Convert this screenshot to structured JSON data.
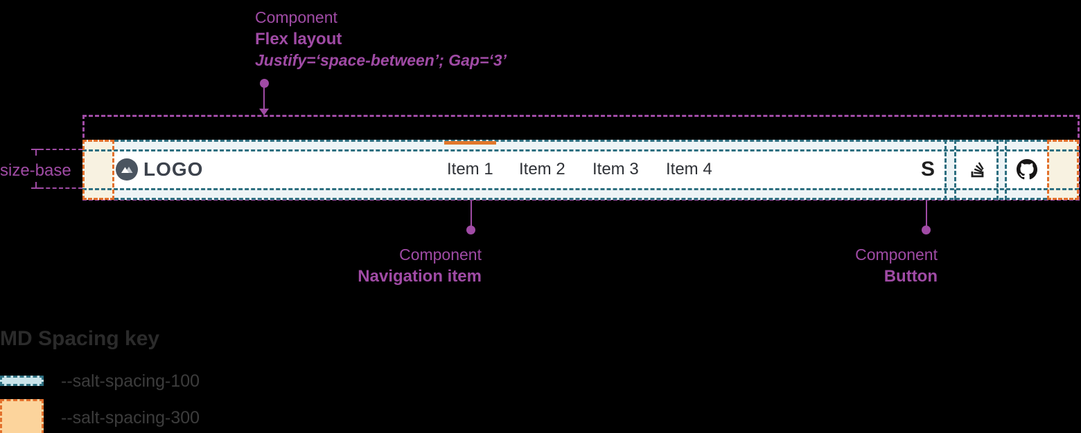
{
  "diagram": {
    "annotations": {
      "flex_layout": {
        "eyebrow": "Component",
        "title": "Flex layout",
        "detail": "Justify=‘space-between’; Gap=‘3’"
      },
      "size_base": {
        "label": "size-base"
      },
      "navigation_item": {
        "eyebrow": "Component",
        "title": "Navigation item"
      },
      "button": {
        "eyebrow": "Component",
        "title": "Button"
      }
    },
    "navbar": {
      "logo": {
        "icon": "mountain-logo-icon",
        "text": "LOGO"
      },
      "items": [
        {
          "label": "Item 1",
          "active": true
        },
        {
          "label": "Item 2",
          "active": false
        },
        {
          "label": "Item 3",
          "active": false
        },
        {
          "label": "Item 4",
          "active": false
        }
      ],
      "actions": [
        {
          "icon": "s-brand-icon",
          "glyph": "S"
        },
        {
          "icon": "stackoverflow-icon"
        },
        {
          "icon": "github-icon"
        }
      ]
    },
    "legend": {
      "title": "MD Spacing key",
      "entries": [
        {
          "token": "--salt-spacing-100",
          "fill": "#c9e4ea",
          "border": "#2d6f80"
        },
        {
          "token": "--salt-spacing-300",
          "fill": "#fcd49c",
          "border": "#e2702c"
        }
      ]
    },
    "colors": {
      "annotation_purple": "#a04ba5",
      "spacing100_dash": "#2d6f80",
      "spacing100_fill_on_navbar": "#edf4f6",
      "spacing300_dash": "#e2702c",
      "spacing300_fill_on_navbar": "#f8f2e1",
      "active_indicator": "#e1772b",
      "nav_text": "#2f3237",
      "logo_circle": "#4a5460",
      "logo_text": "#3d434d",
      "legend_title_color": "#2b2b2b",
      "legend_label_color": "#3c3c3c",
      "icon_color": "#1f1f1f",
      "navbar_background": "#ffffff",
      "page_background": "#000000"
    }
  }
}
